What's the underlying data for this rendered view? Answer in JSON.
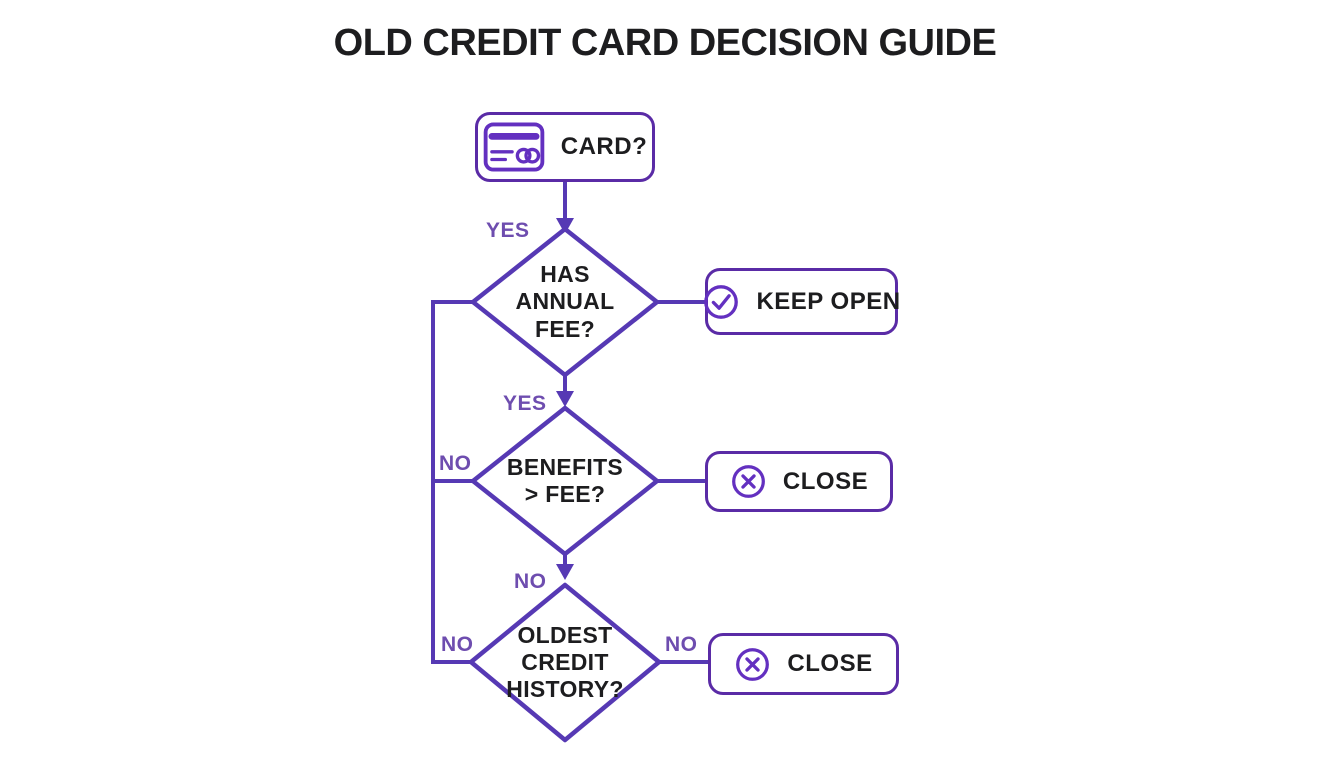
{
  "title": "OLD CREDIT CARD DECISION GUIDE",
  "colors": {
    "line": "#5639b4",
    "border": "#5a2ba6",
    "icon": "#6330c0",
    "label": "#6e4daf",
    "ink": "#1d1d1f",
    "bg": "#ffffff"
  },
  "flowchart": {
    "start": {
      "label": "CARD?",
      "icon": "credit-card-icon"
    },
    "decisions": [
      {
        "id": "has-annual-fee",
        "label": "HAS ANNUAL FEE?",
        "lines": [
          "HAS",
          "ANNUAL",
          "FEE?"
        ]
      },
      {
        "id": "benefits-gt-fee",
        "label": "BENEFITS > FEE?",
        "lines": [
          "BENEFITS",
          "> FEE?"
        ]
      },
      {
        "id": "oldest-credit-history",
        "label": "OLDEST CREDIT HISTORY?",
        "lines": [
          "OLDEST",
          "CREDIT",
          "HISTORY?"
        ]
      }
    ],
    "outcomes": [
      {
        "id": "keep-open",
        "label": "KEEP OPEN",
        "icon": "check-circle-icon"
      },
      {
        "id": "close-1",
        "label": "CLOSE",
        "icon": "x-circle-icon"
      },
      {
        "id": "close-2",
        "label": "CLOSE",
        "icon": "x-circle-icon"
      }
    ],
    "edge_labels": {
      "yes_into_fee": "YES",
      "yes_into_benefits": "YES",
      "no_into_history": "NO",
      "no_left_benefits": "NO",
      "no_left_history": "NO",
      "no_right_history": "NO"
    }
  }
}
